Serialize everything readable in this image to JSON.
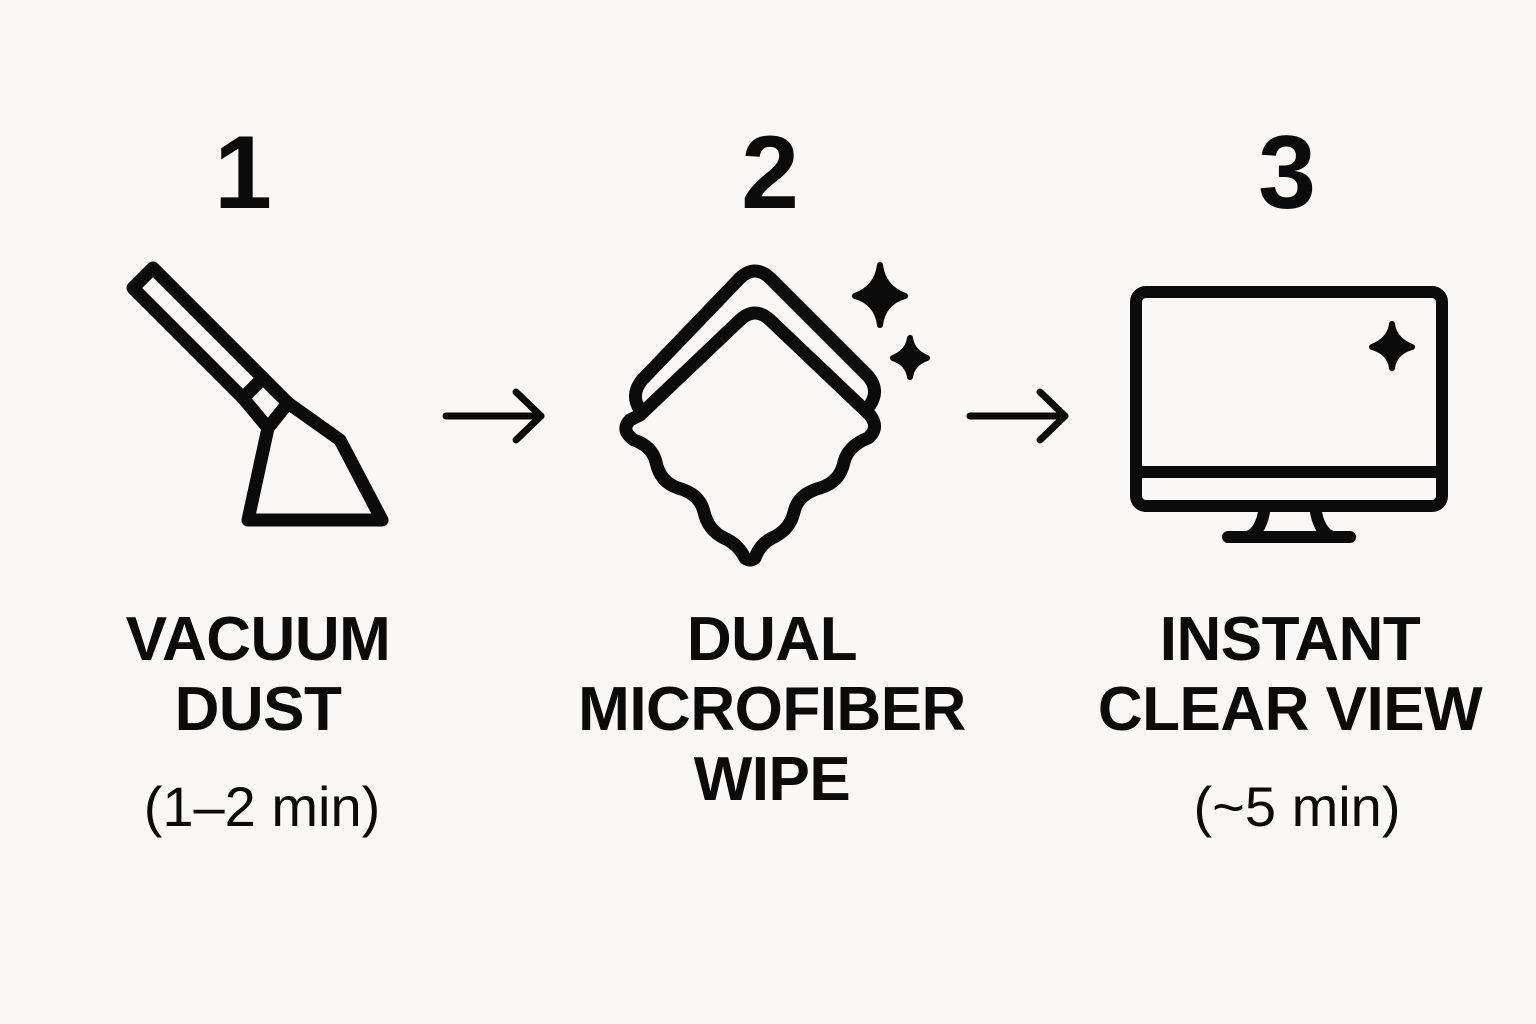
{
  "steps": [
    {
      "number": "1",
      "icon": "vacuum-nozzle-icon",
      "title_lines": [
        "VACUUM",
        "DUST"
      ],
      "duration": "(1–2 min)"
    },
    {
      "number": "2",
      "icon": "microfiber-cloth-sparkle-icon",
      "title_lines": [
        "DUAL",
        "MICROFIBER",
        "WIPE"
      ],
      "duration": ""
    },
    {
      "number": "3",
      "icon": "monitor-sparkle-icon",
      "title_lines": [
        "INSTANT",
        "CLEAR VIEW"
      ],
      "duration": "(~5 min)"
    }
  ],
  "connectors": [
    "right-arrow-icon",
    "right-arrow-icon"
  ],
  "colors": {
    "background": "#f9f8f6",
    "ink": "#0b0b0b"
  }
}
